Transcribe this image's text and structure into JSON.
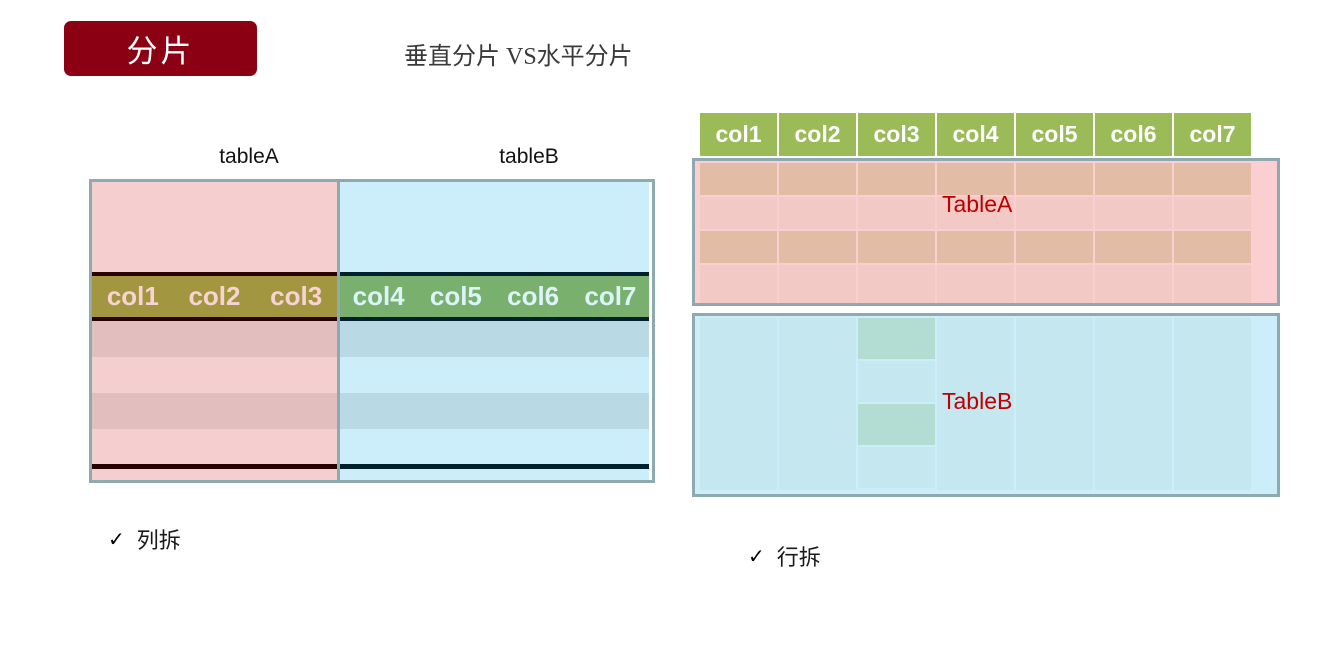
{
  "slide": {
    "title_badge": "分片",
    "subtitle": "垂直分片 VS水平分片"
  },
  "vertical_shard": {
    "caption_a": "tableA",
    "caption_b": "tableB",
    "table_a_columns": [
      "col1",
      "col2",
      "col3"
    ],
    "table_b_columns": [
      "col4",
      "col5",
      "col6",
      "col7"
    ],
    "bullet": "列拆",
    "bullet_icon": "check-icon",
    "colors": {
      "table_a_fill": "#F5CFCF",
      "table_b_fill": "#CBEEFA",
      "band_a_fill": "#A39641",
      "band_b_fill": "#79B06D",
      "border": "#8FA9B0"
    }
  },
  "horizontal_shard": {
    "header_columns": [
      "col1",
      "col2",
      "col3",
      "col4",
      "col5",
      "col6",
      "col7"
    ],
    "shard_a_label": "TableA",
    "shard_b_label": "TableB",
    "bullet": "行拆",
    "bullet_icon": "check-icon",
    "colors": {
      "header_fill": "#9BBB59",
      "shard_a_fill": "#FBCFCF",
      "shard_b_fill": "#CBEEFA",
      "label_color": "#C00000",
      "border": "#8FA9B0"
    }
  },
  "icons": {
    "check": "✓"
  }
}
